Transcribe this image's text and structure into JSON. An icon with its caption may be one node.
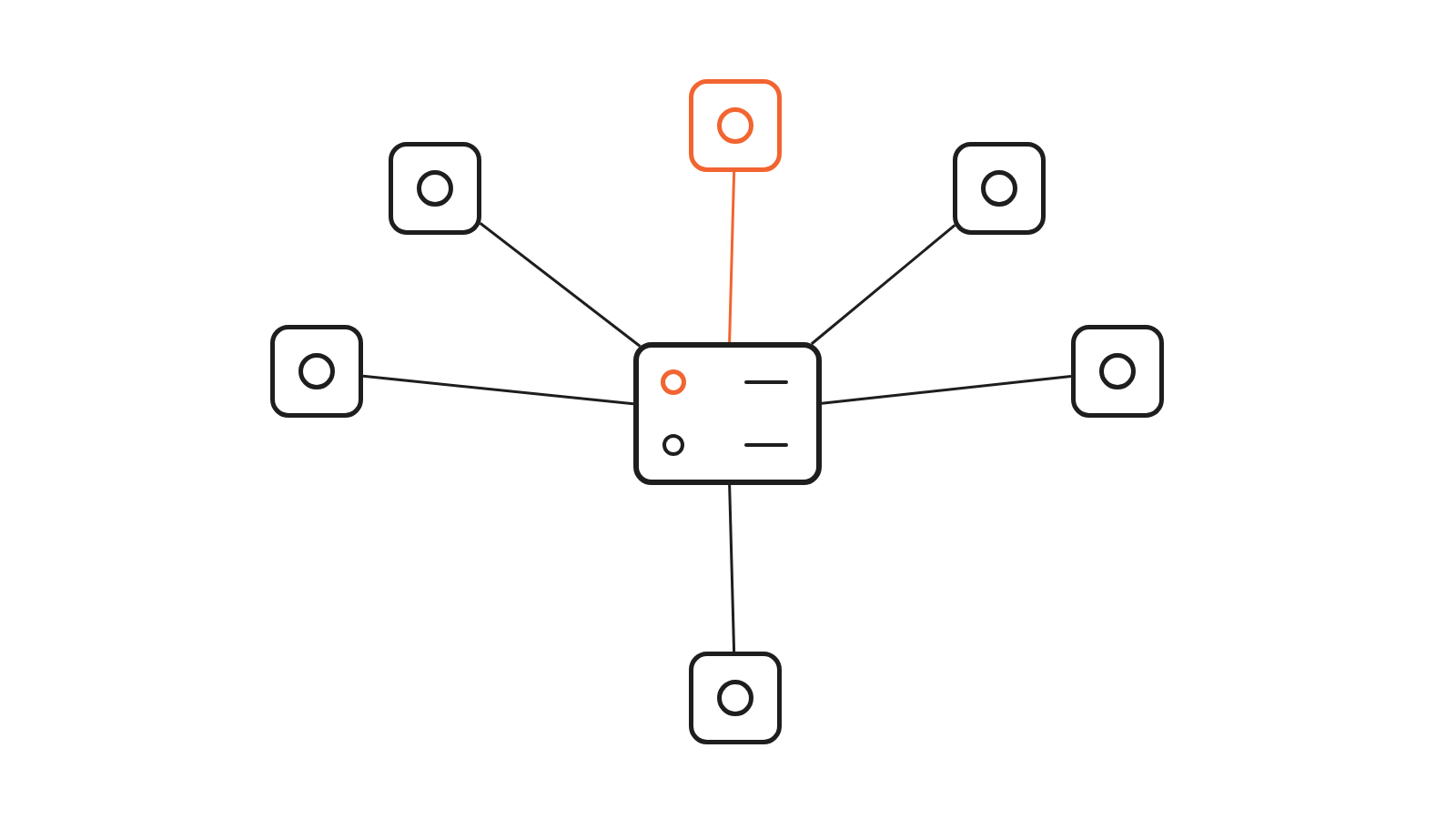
{
  "diagram": {
    "nodes": [
      {
        "text": [],
        "shape": "box"
      },
      {
        "text": [],
        "shape": "box"
      },
      {
        "text": [],
        "shape": "box"
      },
      {
        "text": [],
        "shape": "box"
      },
      {
        "text": [],
        "shape": "box"
      },
      {
        "text": [],
        "shape": "box"
      },
      {
        "text": [],
        "shape": "box"
      }
    ],
    "edges": [
      {
        "from": 4,
        "to": 0,
        "arrow": "none",
        "color": "#f26430"
      },
      {
        "from": 4,
        "to": 1,
        "arrow": "none"
      },
      {
        "from": 4,
        "to": 2,
        "arrow": "none"
      },
      {
        "from": 4,
        "to": 3,
        "arrow": "none"
      },
      {
        "from": 4,
        "to": 5,
        "arrow": "none"
      },
      {
        "from": 4,
        "to": 6,
        "arrow": "none"
      }
    ]
  }
}
